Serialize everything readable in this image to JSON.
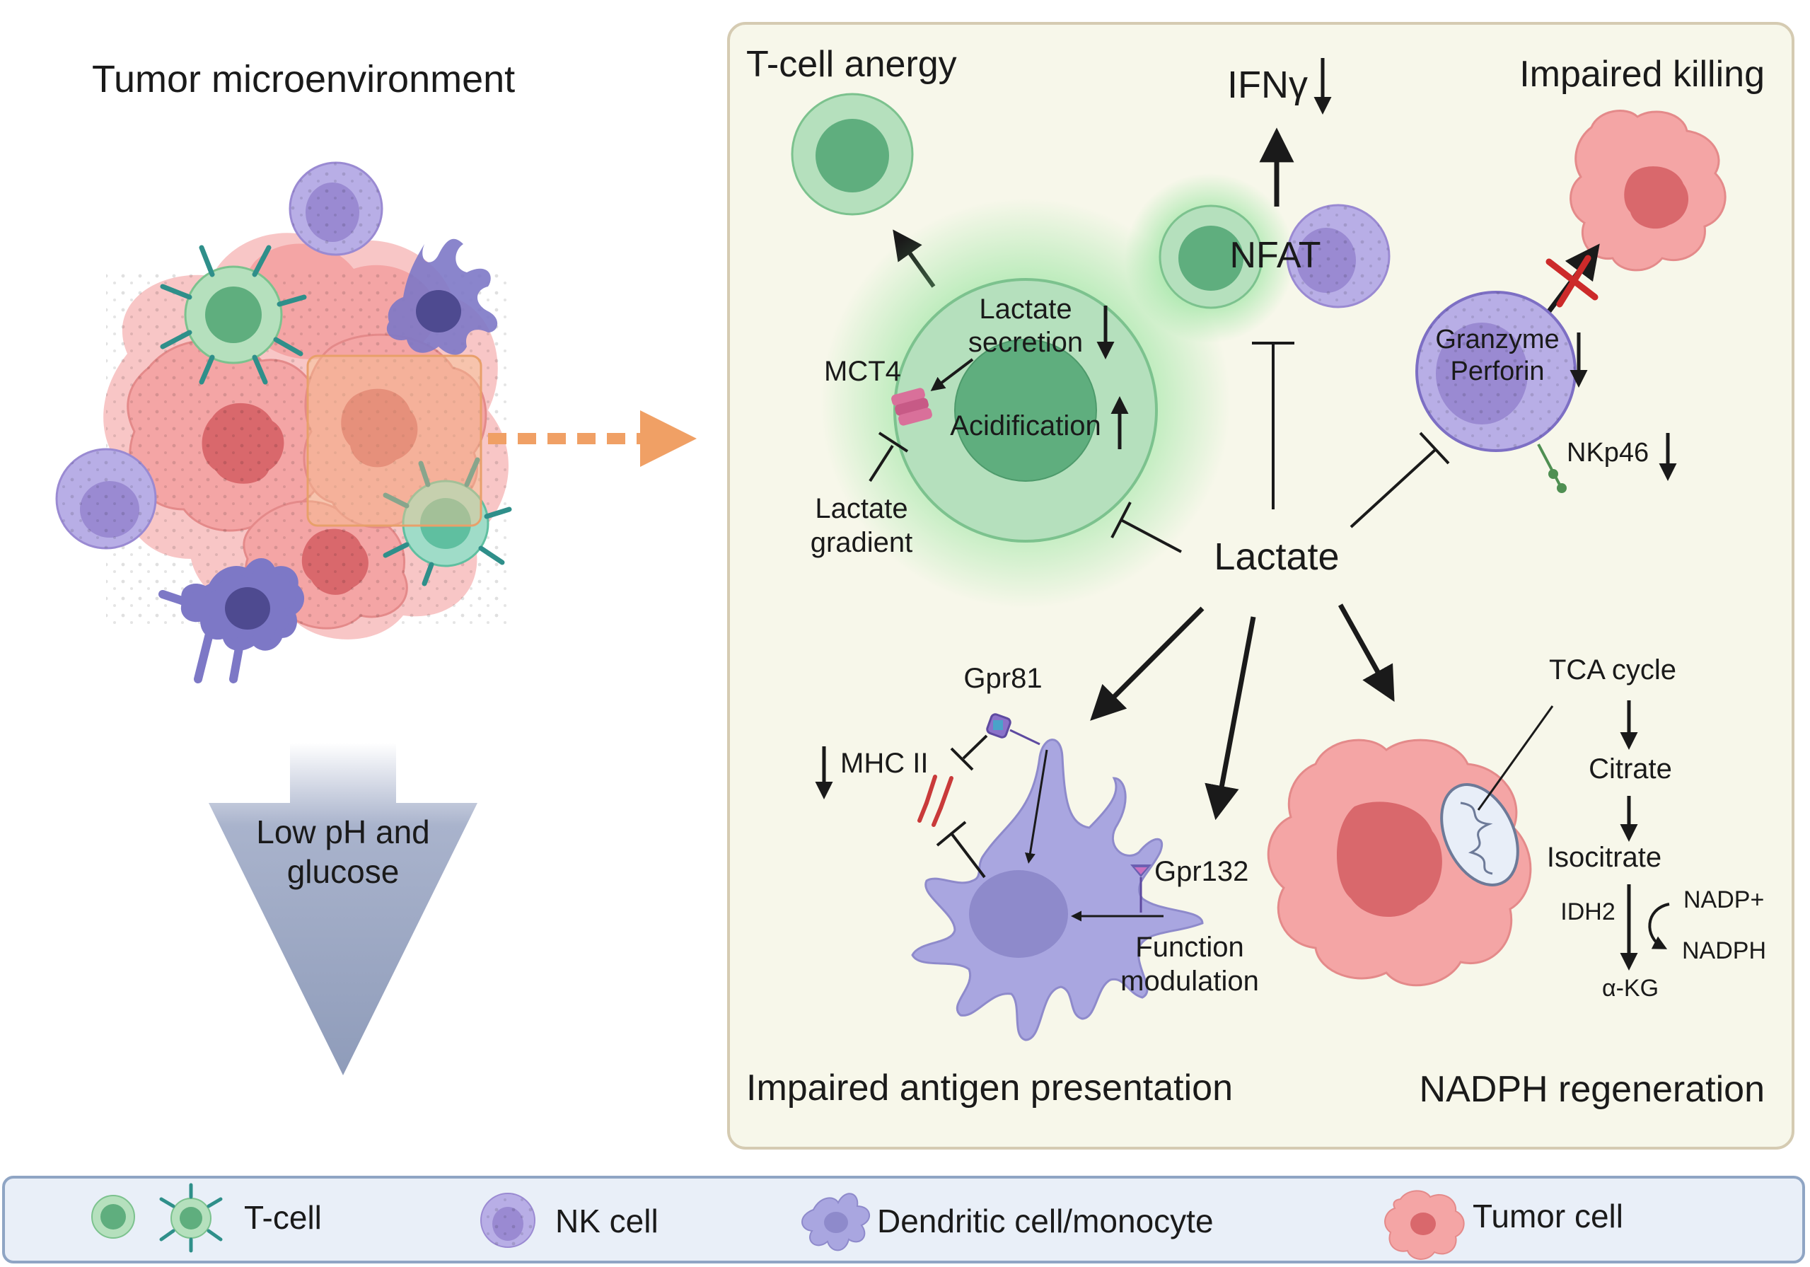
{
  "left_panel": {
    "title": "Tumor microenvironment",
    "arrow_label_line1": "Low pH and",
    "arrow_label_line2": "glucose"
  },
  "right_panel": {
    "tcell_anergy": {
      "title": "T-cell anergy",
      "lactate_secretion_line1": "Lactate",
      "lactate_secretion_line2": "secretion",
      "acidification": "Acidification",
      "mct4": "MCT4",
      "gradient_line1": "Lactate",
      "gradient_line2": "gradient"
    },
    "ifn": {
      "ifng": "IFNγ",
      "nfat": "NFAT"
    },
    "impaired_killing": {
      "title": "Impaired killing",
      "granzyme": "Granzyme",
      "perforin": "Perforin",
      "nkp46": "NKp46"
    },
    "center": {
      "lactate": "Lactate"
    },
    "antigen": {
      "title": "Impaired antigen presentation",
      "gpr81": "Gpr81",
      "mhc": "MHC II",
      "gpr132": "Gpr132",
      "function_line1": "Function",
      "function_line2": "modulation"
    },
    "nadph": {
      "title": "NADPH regeneration",
      "tca": "TCA cycle",
      "citrate": "Citrate",
      "isocitrate": "Isocitrate",
      "idh2": "IDH2",
      "nadp_plus": "NADP+",
      "nadph": "NADPH",
      "akg": "α-KG"
    }
  },
  "legend": {
    "tcell": "T-cell",
    "nk": "NK cell",
    "dc": "Dendritic cell/monocyte",
    "tumor": "Tumor cell"
  },
  "colors": {
    "tcell_outer": "#a8d8b0",
    "tcell_inner": "#5fae7e",
    "nk_outer": "#b8aee6",
    "nk_inner": "#9a8ad2",
    "dc": "#a9a6e0",
    "tumor_outer": "#f4a5a5",
    "tumor_inner": "#d9686c",
    "panel_bg": "#f7f7ea",
    "legend_bg": "#e9eff8",
    "arrow_orange": "#f0a065"
  }
}
